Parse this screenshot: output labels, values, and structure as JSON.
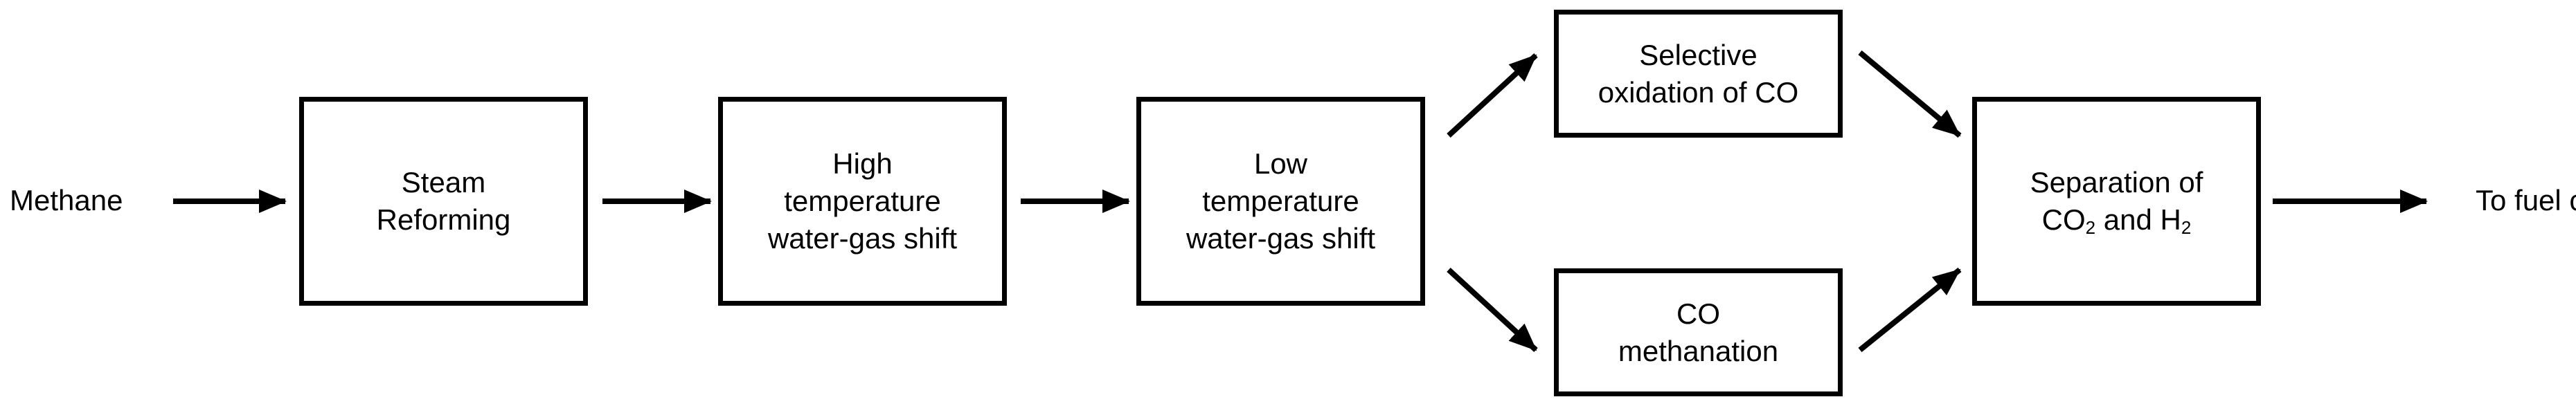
{
  "diagram": {
    "input": "Methane",
    "output": "To fuel cell",
    "nodes": {
      "steam_reforming": {
        "line1": "Steam",
        "line2": "Reforming"
      },
      "high_temp_shift": {
        "line1": "High",
        "line2": "temperature",
        "line3": "water-gas shift"
      },
      "low_temp_shift": {
        "line1": "Low",
        "line2": "temperature",
        "line3": "water-gas shift"
      },
      "selective_oxidation": {
        "line1": "Selective",
        "line2": "oxidation of CO"
      },
      "co_methanation": {
        "line1": "CO",
        "line2": "methanation"
      },
      "separation": {
        "line1": "Separation of",
        "co_text": "CO",
        "co_sub": "2",
        "and_text": " and H",
        "h_sub": "2"
      }
    },
    "colors": {
      "stroke": "#000000",
      "background": "#ffffff"
    }
  }
}
